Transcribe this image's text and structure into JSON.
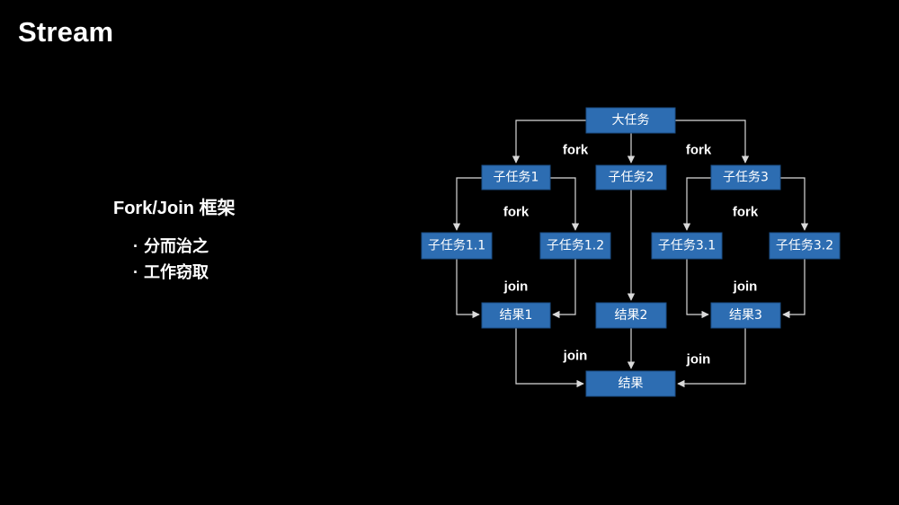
{
  "slide": {
    "title": "Stream"
  },
  "content": {
    "heading": "Fork/Join 框架",
    "bullets": [
      "分而治之",
      "工作窃取"
    ]
  },
  "diagram": {
    "nodes": {
      "root": "大任务",
      "sub1": "子任务1",
      "sub2": "子任务2",
      "sub3": "子任务3",
      "sub1_1": "子任务1.1",
      "sub1_2": "子任务1.2",
      "sub3_1": "子任务3.1",
      "sub3_2": "子任务3.2",
      "res1": "结果1",
      "res2": "结果2",
      "res3": "结果3",
      "final": "结果"
    },
    "labels": {
      "fork_left": "fork",
      "fork_right": "fork",
      "fork_sub1": "fork",
      "fork_sub3": "fork",
      "join_sub1": "join",
      "join_sub3": "join",
      "join_left": "join",
      "join_right": "join"
    },
    "colors": {
      "node_fill": "#2d6db2",
      "edge": "#d9d9d9",
      "background": "#000000"
    }
  }
}
